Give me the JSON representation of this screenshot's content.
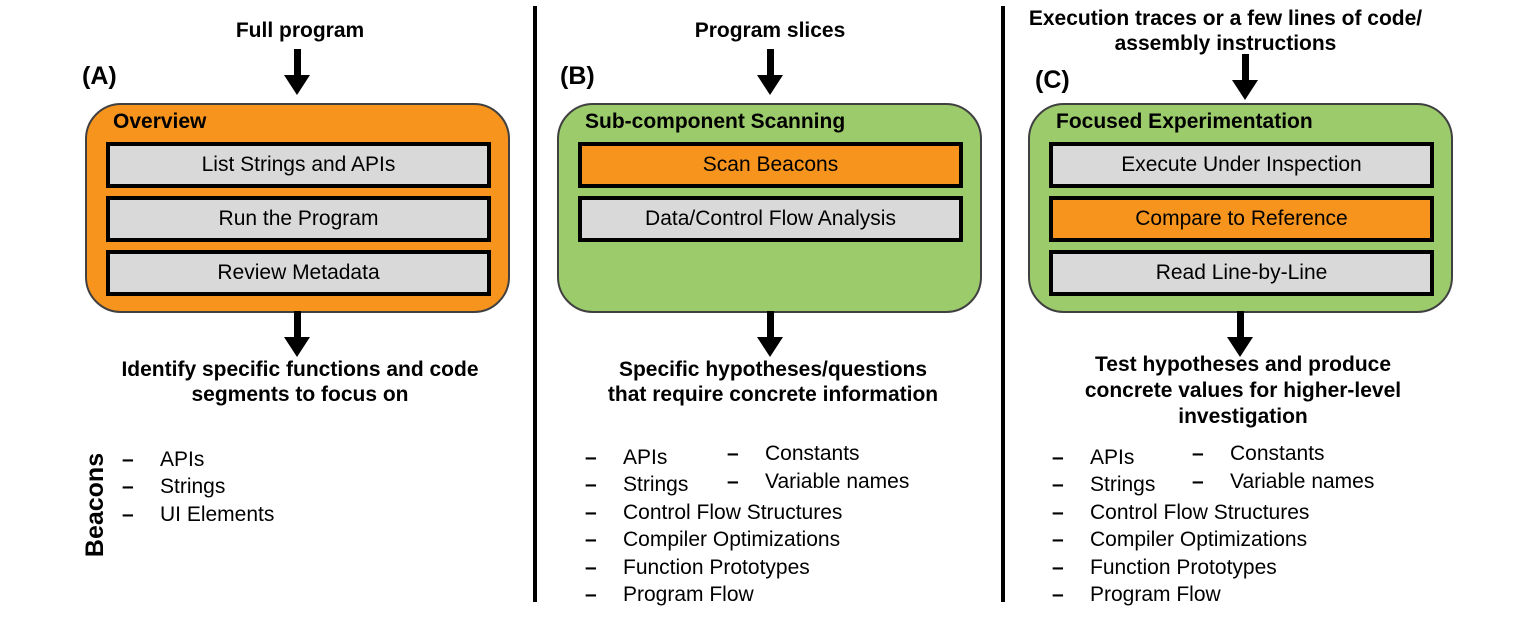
{
  "figure": {
    "axis_label": "Beacons",
    "bullet": "–"
  },
  "colors": {
    "stage_orange": "#F7941E",
    "stage_green": "#9CCB6B",
    "step_gray": "#D9D9D9",
    "line_black": "#000000"
  },
  "panels": [
    {
      "tag": "(A)",
      "input_lines": [
        "Full program"
      ],
      "box": {
        "title": "Overview",
        "color": "#F7941E"
      },
      "steps": [
        {
          "label": "List Strings and APIs",
          "highlighted": false
        },
        {
          "label": "Run the Program",
          "highlighted": false
        },
        {
          "label": "Review Metadata",
          "highlighted": false
        }
      ],
      "output_lines": [
        "Identify specific functions and code",
        "segments to focus on"
      ],
      "beacons": [
        "APIs",
        "Strings",
        "UI Elements"
      ],
      "beacons_right": []
    },
    {
      "tag": "(B)",
      "input_lines": [
        "Program slices"
      ],
      "box": {
        "title": "Sub-component Scanning",
        "color": "#9CCB6B"
      },
      "steps": [
        {
          "label": "Scan Beacons",
          "highlighted": true
        },
        {
          "label": "Data/Control Flow Analysis",
          "highlighted": false
        }
      ],
      "output_lines": [
        "Specific hypotheses/questions",
        "that require concrete information"
      ],
      "beacons": [
        "APIs",
        "Strings",
        "Control Flow Structures",
        "Compiler Optimizations",
        "Function Prototypes",
        "Program Flow"
      ],
      "beacons_right": [
        "Constants",
        "Variable names"
      ]
    },
    {
      "tag": "(C)",
      "input_lines": [
        "Execution traces or a few lines of code/",
        "assembly instructions"
      ],
      "box": {
        "title": "Focused Experimentation",
        "color": "#9CCB6B"
      },
      "steps": [
        {
          "label": "Execute Under Inspection",
          "highlighted": false
        },
        {
          "label": "Compare to Reference",
          "highlighted": true
        },
        {
          "label": "Read Line-by-Line",
          "highlighted": false
        }
      ],
      "output_lines": [
        "Test hypotheses and produce",
        "concrete values for higher-level",
        "investigation"
      ],
      "beacons": [
        "APIs",
        "Strings",
        "Control Flow Structures",
        "Compiler Optimizations",
        "Function Prototypes",
        "Program Flow"
      ],
      "beacons_right": [
        "Constants",
        "Variable names"
      ]
    }
  ]
}
